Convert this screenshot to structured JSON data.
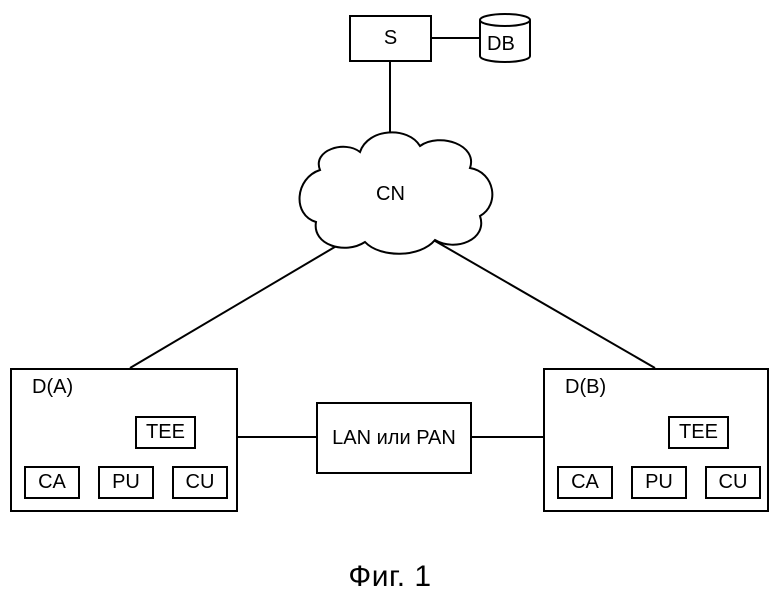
{
  "server": "S",
  "database": "DB",
  "core_network": "CN",
  "link": "LAN или PAN",
  "device_a": {
    "title": "D(A)",
    "tee": "TEE",
    "modules": [
      "CA",
      "PU",
      "CU"
    ]
  },
  "device_b": {
    "title": "D(B)",
    "tee": "TEE",
    "modules": [
      "CA",
      "PU",
      "CU"
    ]
  },
  "caption": "Фиг. 1"
}
